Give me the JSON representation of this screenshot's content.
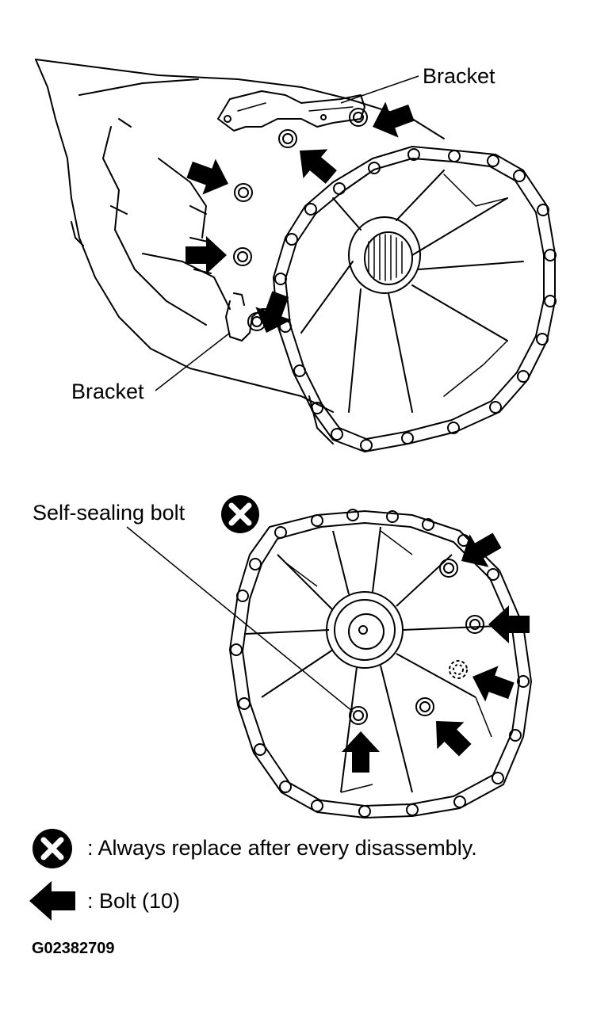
{
  "labels": {
    "bracket_top": "Bracket",
    "bracket_left": "Bracket",
    "self_sealing_bolt": "Self-sealing bolt"
  },
  "legend": {
    "replace_text": ": Always replace after every disassembly.",
    "bolt_text": ": Bolt (10)"
  },
  "figure_id": "G02382709",
  "icons": {
    "replace_symbol": "x-circle-icon",
    "bolt_symbol": "arrow-left-icon"
  },
  "colors": {
    "ink": "#000000",
    "paper": "#ffffff"
  }
}
